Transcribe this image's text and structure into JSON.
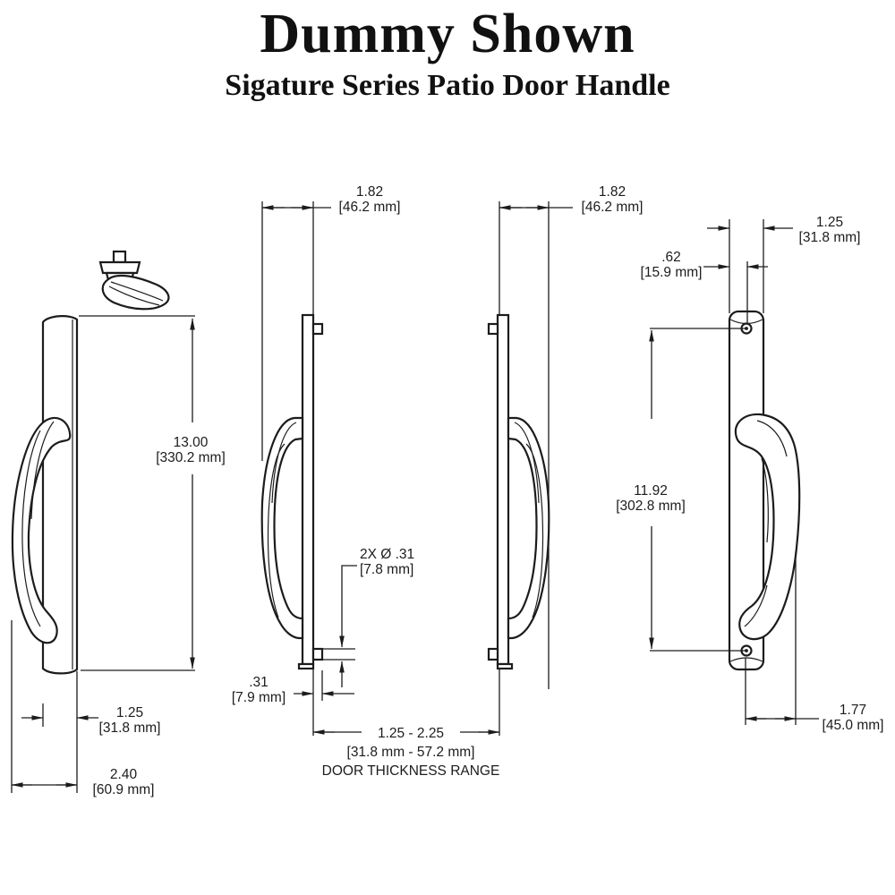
{
  "title": "Dummy Shown",
  "subtitle": "Sigature Series Patio Door Handle",
  "colors": {
    "line": "#1c1c1c",
    "background": "#ffffff"
  },
  "dimensions": {
    "interior_handle_projection": {
      "value": "1.82",
      "metric": "[46.2 mm]"
    },
    "exterior_handle_projection": {
      "value": "1.82",
      "metric": "[46.2 mm]"
    },
    "plate_width": {
      "value": "1.25",
      "metric": "[31.8 mm]"
    },
    "screw_hole_offset": {
      "value": ".62",
      "metric": "[15.9 mm]"
    },
    "plate_height": {
      "value": "13.00",
      "metric": "[330.2 mm]"
    },
    "screw_hole_spacing": {
      "value": "11.92",
      "metric": "[302.8 mm]"
    },
    "mounting_post_callout": {
      "value": "2X  Ø .31",
      "metric": "[7.8 mm]"
    },
    "post_projection": {
      "value": ".31",
      "metric": "[7.9 mm]"
    },
    "plate_side_width": {
      "value": "1.25",
      "metric": "[31.8 mm]"
    },
    "total_depth": {
      "value": "2.40",
      "metric": "[60.9 mm]"
    },
    "handle_grip_projection": {
      "value": "1.77",
      "metric": "[45.0 mm]"
    },
    "door_thickness_range": {
      "value": "1.25 - 2.25",
      "metric": "[31.8 mm - 57.2 mm]",
      "note": "DOOR THICKNESS RANGE"
    }
  }
}
